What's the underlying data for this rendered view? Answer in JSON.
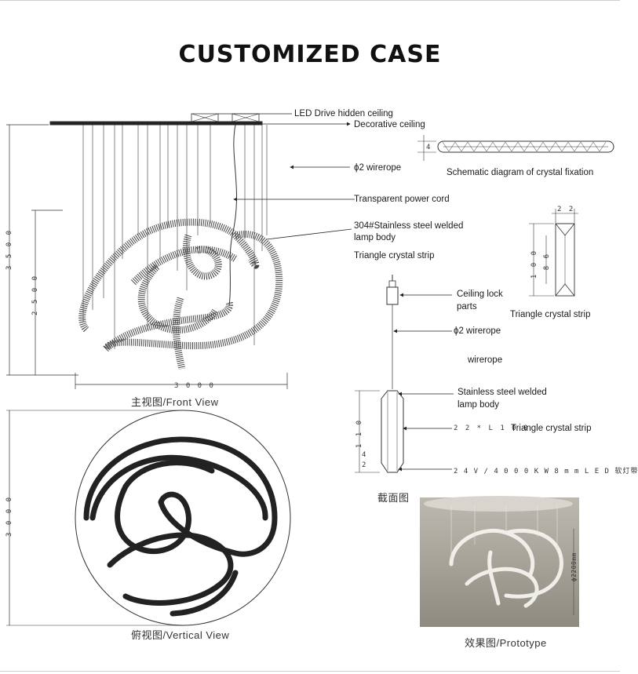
{
  "title": "CUSTOMIZED CASE",
  "labels": {
    "led_drive": "LED Drive hidden ceiling",
    "decorative_ceiling": "Decorative ceiling",
    "wirerope_top": "ϕ2 wirerope",
    "power_cord": "Transparent power cord",
    "lamp_body_1": "304#Stainless steel welded",
    "lamp_body_2": "lamp body",
    "triangle_strip": "Triangle crystal strip",
    "schematic": "Schematic diagram of crystal fixation",
    "ceiling_lock_1": "Ceiling lock",
    "ceiling_lock_2": "parts",
    "triangle_strip_right": "Triangle crystal strip",
    "wirerope_mid": "ϕ2  wirerope",
    "wirerope_low": "wirerope",
    "ss_lamp_1": "Stainless steel welded",
    "ss_lamp_2": "lamp body",
    "l100_code": "2 2 * L 1 0 0",
    "l100_label": "Triangle crystal strip",
    "led_spec": "2 4 V / 4 0 0 0 K   W 8 m m   L E D 软灯带"
  },
  "dimensions": {
    "height_3500": "3 5 0 0",
    "height_2500": "2 5 0 0",
    "width_3000": "3 0 0 0",
    "diameter_3000": "3 0 0 0",
    "strip_22": "2 2",
    "strip_100": "1 0 0",
    "strip_86": "8 6",
    "section_110": "1 1 0",
    "section_4": "4",
    "section_2": "2",
    "fix_4": "4"
  },
  "captions": {
    "front": "主视图/Front  View",
    "vertical": "俯视图/Vertical  View",
    "section": "截面图",
    "prototype": "效果图/Prototype"
  },
  "photo_dimension": "ϕ2200mm"
}
